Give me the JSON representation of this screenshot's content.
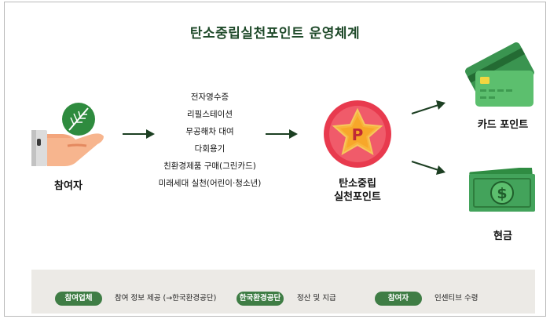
{
  "title": "탄소중립실천포인트 운영체계",
  "participant": {
    "label": "참여자"
  },
  "activities": [
    "전자영수증",
    "리필스테이션",
    "무공해차 대여",
    "다회용기",
    "친환경제품 구매(그린카드)",
    "미래세대 실천(어린이·청소년)"
  ],
  "point": {
    "label_line1": "탄소중립",
    "label_line2": "실천포인트",
    "symbol": "P"
  },
  "outputs": {
    "card_label": "카드 포인트",
    "cash_label": "현금",
    "cash_symbol": "$"
  },
  "footer": [
    {
      "tag": "참여업체",
      "text": "참여 정보 제공 (→한국환경공단)"
    },
    {
      "tag": "한국환경공단",
      "text": "정산 및 지급"
    },
    {
      "tag": "참여자",
      "text": "인센티브 수령"
    }
  ],
  "colors": {
    "accent_green": "#3f7d45",
    "title_green": "#1f4a2a",
    "coin_red": "#e83a4e",
    "card_green": "#43a35b"
  }
}
